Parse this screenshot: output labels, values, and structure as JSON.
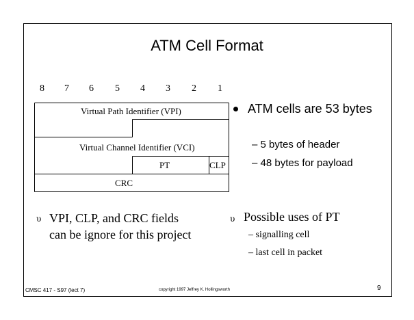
{
  "slide": {
    "title": "ATM Cell Format",
    "bit_numbers": [
      "8",
      "7",
      "6",
      "5",
      "4",
      "3",
      "2",
      "1"
    ],
    "fields": {
      "vpi": "Virtual Path Identifier (VPI)",
      "vci": "Virtual Channel Identifier (VCI)",
      "pt": "PT",
      "clp": "CLP",
      "crc": "CRC"
    },
    "right_bullet": {
      "text": "ATM cells are 53 bytes",
      "subs": [
        "– 5 bytes of header",
        "– 48 bytes for payload"
      ]
    },
    "left_note": {
      "marker": "υ",
      "text": "VPI, CLP, and CRC fields can be ignore for this project"
    },
    "right_note": {
      "marker": "υ",
      "text": "Possible uses of PT",
      "subs": [
        "–  signalling cell",
        "–  last cell in packet"
      ]
    },
    "footer": {
      "left": "CMSC 417 - S97  (lect 7)",
      "center": "copyright 1997 Jeffrey K. Hollingsworth",
      "page": "9"
    }
  }
}
